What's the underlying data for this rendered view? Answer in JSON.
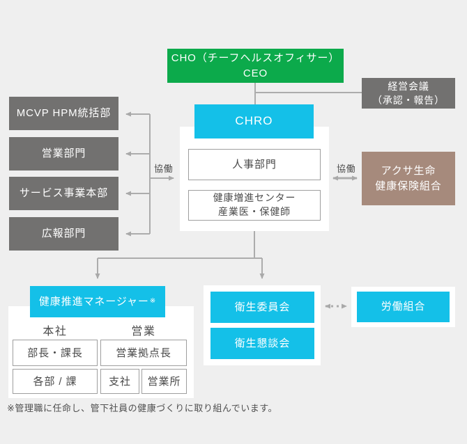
{
  "colors": {
    "background": "#efefef",
    "green": "#0caa4b",
    "cyan": "#14c0e8",
    "gray": "#727170",
    "brown": "#a68a7c",
    "line": "#acacac"
  },
  "nodes": {
    "ceo": {
      "line1": "CHO（チーフヘルスオフィサー）",
      "line2": "CEO"
    },
    "keiei_kaigi": {
      "line1": "経営会議",
      "line2": "（承認・報告）"
    },
    "chro": {
      "label": "CHRO"
    },
    "jinji": {
      "label": "人事部門"
    },
    "kenko_center": {
      "line1": "健康増進センター",
      "line2": "産業医・保健師"
    },
    "left_departments": [
      {
        "label": "MCVP HPM統括部"
      },
      {
        "label": "営業部門"
      },
      {
        "label": "サービス事業本部"
      },
      {
        "label": "広報部門"
      }
    ],
    "axa": {
      "line1": "アクサ生命",
      "line2": "健康保険組合"
    },
    "manager": {
      "label": "健康推進マネージャー",
      "note_mark": "※"
    },
    "manager_groups": {
      "honsha": {
        "header": "本社",
        "row1": "部長・課長",
        "row2": "各部 / 課"
      },
      "eigyo": {
        "header": "営業",
        "row1": "営業拠点長",
        "row2_left": "支社",
        "row2_right": "営業所"
      }
    },
    "eisei": {
      "iinkai": "衛生委員会",
      "kondankai": "衛生懇談会"
    },
    "rodo_kumiai": {
      "label": "労働組合"
    }
  },
  "labels": {
    "kyodo_left": "協働",
    "kyodo_right": "協働"
  },
  "footnote": "※管理職に任命し、管下社員の健康づくりに取り組んでいます。"
}
